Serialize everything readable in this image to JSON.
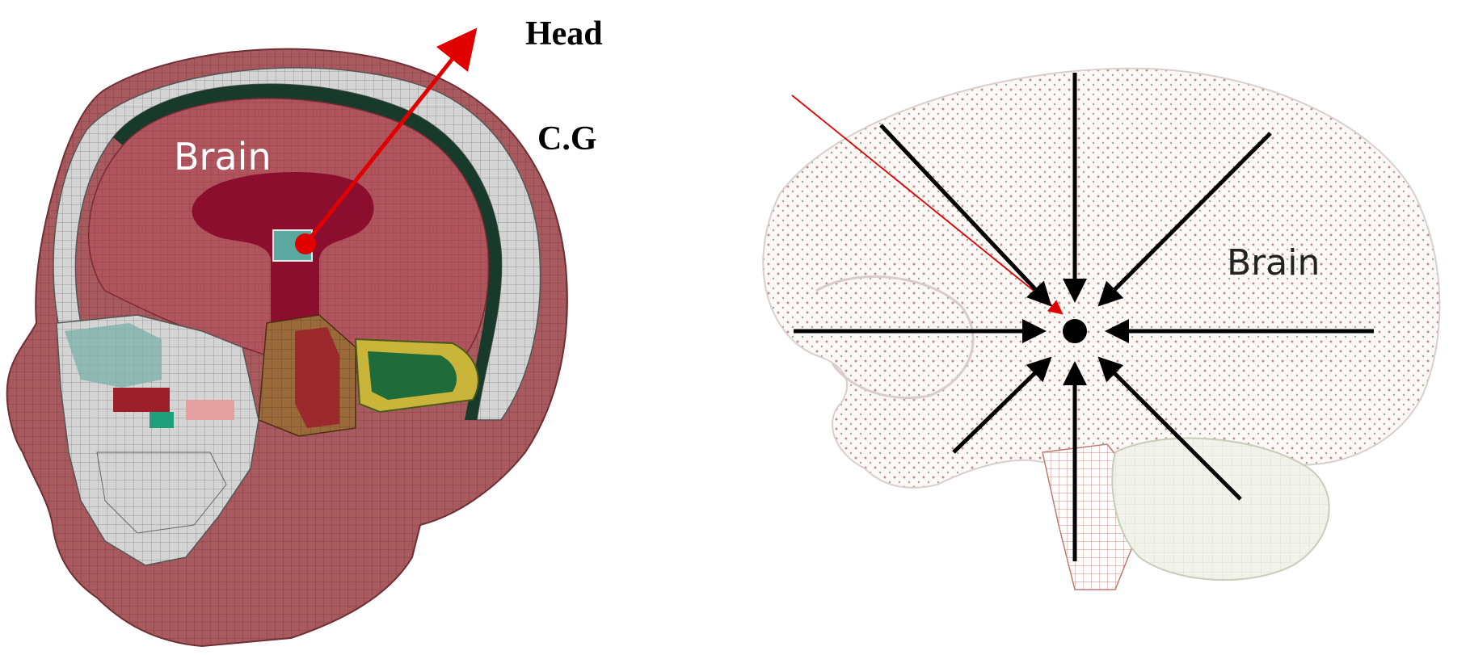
{
  "labels": {
    "head": "Head",
    "cg": "C.G",
    "brain_left": "Brain",
    "brain_right": "Brain"
  },
  "colors": {
    "head_skin": "#a85a5f",
    "brain_tissue": "#b0555d",
    "brain_core": "#8b0e2e",
    "skull_band": "#c9c9c9",
    "dark_layer": "#173a2a",
    "cg_arrow": "#e00000",
    "force_arrows": "#000000",
    "mesh_dots": "#b89090"
  },
  "icons": {
    "cg_marker": "center-of-gravity-dot-icon",
    "force_arrow": "inward-arrow-icon"
  }
}
